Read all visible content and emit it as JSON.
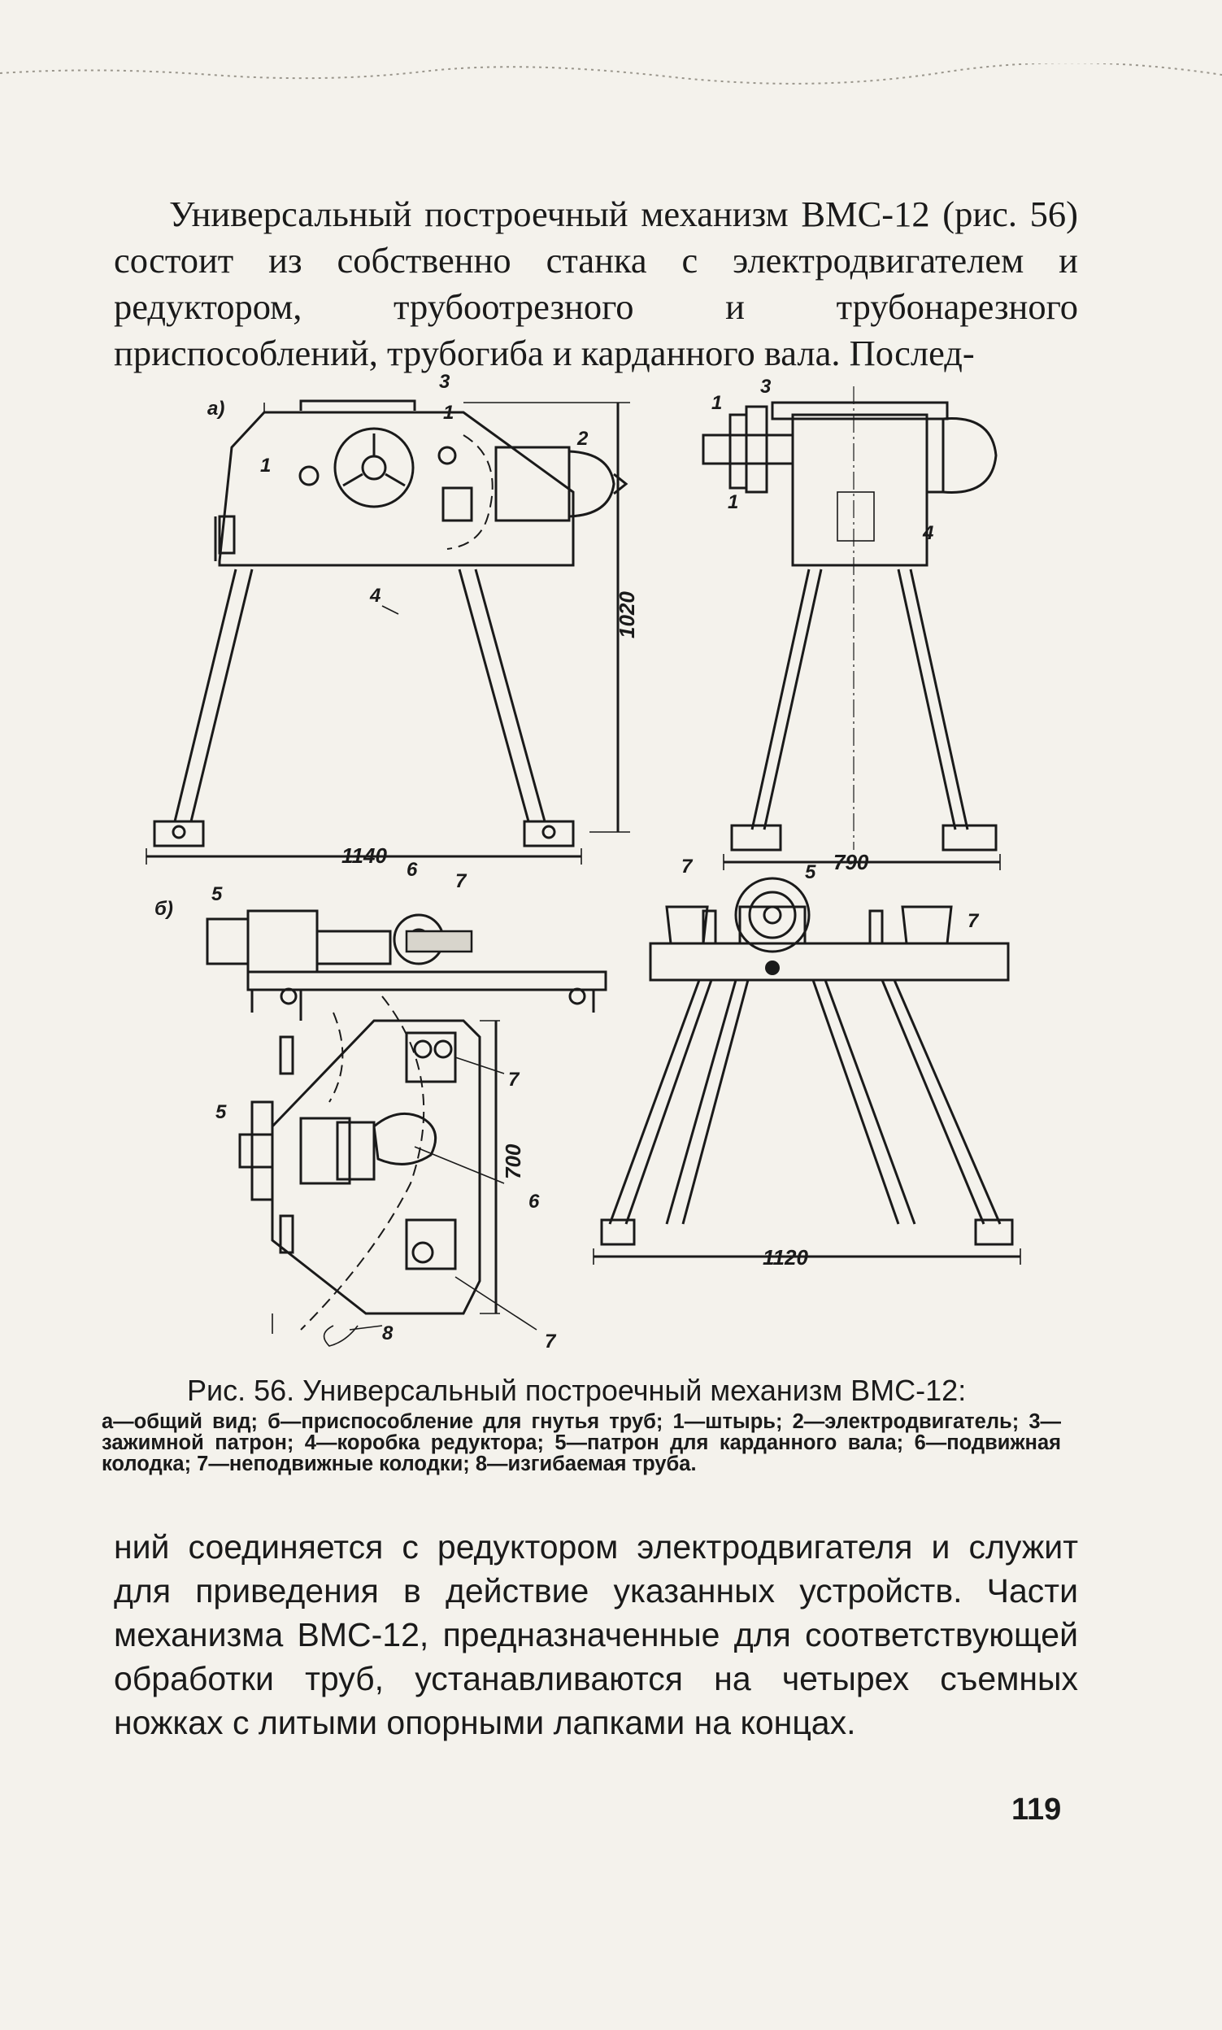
{
  "page": {
    "paragraph_1": "Универсальный построечный механизм ВМС-12 (рис. 56) состоит из собственно станка с электродвигателем и редуктором, трубоотрезного и трубонарезного приспособлений, трубогиба и карданного вала. Послед-",
    "paragraph_2": "ний соединяется с редуктором электродвигателя и служит для приведения в действие указанных устройств. Части механизма ВМС-12, предназначенные для соответствующей обработки труб, устанавливаются на четырех съемных ножках с литыми опорными лапками на концах.",
    "page_number": "119"
  },
  "figure": {
    "caption_title": "Рис. 56. Универсальный построечный механизм ВМС-12:",
    "caption_body": "а—общий вид; б—приспособление для гнутья труб; 1—штырь; 2—электродвигатель; 3—зажимной патрон; 4—коробка редуктора; 5—патрон для карданного вала; 6—подвижная колодка; 7—неподвижные колодки; 8—изгибаемая труба.",
    "panel_a": "а)",
    "panel_b": "б)",
    "dim_width_a": "1140",
    "dim_height_a": "1020",
    "dim_side_a": "790",
    "dim_plan_b": "700",
    "dim_front_b": "1120",
    "label_1": "1",
    "label_2": "2",
    "label_3": "3",
    "label_4": "4",
    "label_5": "5",
    "label_6": "6",
    "label_7": "7",
    "label_8": "8"
  }
}
